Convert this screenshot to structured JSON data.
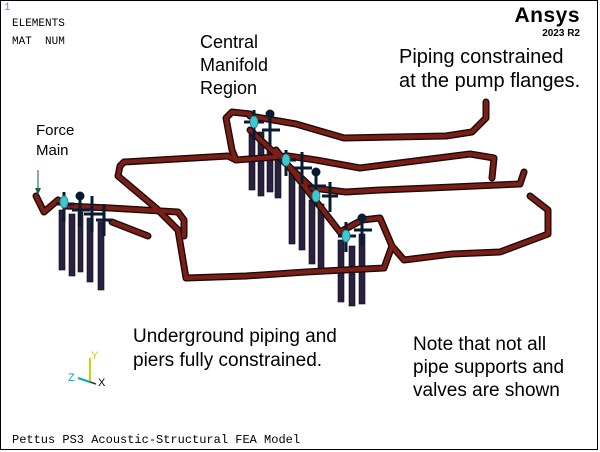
{
  "viewport": {
    "window_number": "1",
    "header_line1": "ELEMENTS",
    "header_line2": "MAT  NUM",
    "brand": "Ansys",
    "version": "2023 R2",
    "footer_title": "Pettus PS3 Acoustic-Structural FEA Model"
  },
  "triad": {
    "y": "Y",
    "z": "Z",
    "x": "X"
  },
  "annotations": {
    "central_manifold": [
      "Central",
      "Manifold",
      "Region"
    ],
    "pump_flanges": [
      "Piping constrained",
      "at the pump flanges."
    ],
    "force_main": [
      "Force",
      "Main"
    ],
    "underground": [
      "Underground piping and",
      "piers fully constrained."
    ],
    "note": [
      "Note that not all",
      "pipe supports and",
      "valves are shown"
    ]
  },
  "colors": {
    "pipe_fill": "#7a1e16",
    "pipe_outline": "#1a0a08",
    "pier": "#2a2040",
    "support": "#0a1a30",
    "flange": "#40c8d0",
    "triad_y": "#d8d000",
    "triad_z": "#00a8c0"
  }
}
